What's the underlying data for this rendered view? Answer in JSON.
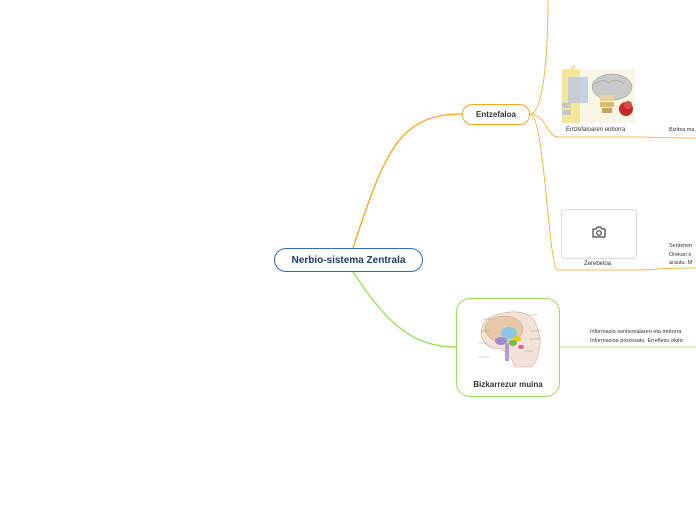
{
  "root": {
    "label": "Nerbio-sistema Zentrala"
  },
  "entzefaloa": {
    "label": "Entzefaloa",
    "children": [
      {
        "label": "Entzefaloaren enborra",
        "note": "Bizitza ma"
      },
      {
        "label": "Zerebeloa",
        "note_lines": [
          "Sentimen",
          "Orekari e",
          "arautu. M"
        ]
      }
    ]
  },
  "bizkarrezur": {
    "label": "Bizkarrezur muina",
    "note_lines": [
      "Informazio sentsorialaren eta motorra",
      "Informazioa prozesatu. Erreflexu ekint"
    ]
  },
  "colors": {
    "root_border": "#2c6fb7",
    "orange_branch": "#f5a623",
    "green_branch": "#93e05a"
  },
  "icons": {
    "placeholder": "camera-icon"
  }
}
